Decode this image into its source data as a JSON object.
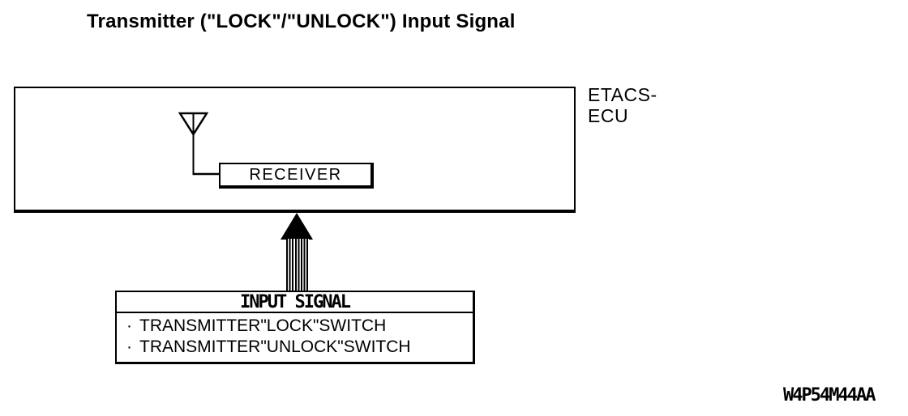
{
  "title": "Transmitter (\"LOCK\"/\"UNLOCK\") Input Signal",
  "ecu": {
    "label_line1": "ETACS-",
    "label_line2": "ECU",
    "receiver_label": "RECEIVER"
  },
  "input_signal": {
    "header": "INPUT SIGNAL",
    "bullet": "·",
    "items": [
      "TRANSMITTER\"LOCK\"SWITCH",
      "TRANSMITTER\"UNLOCK\"SWITCH"
    ]
  },
  "figure_code": "W4P54M44AA",
  "colors": {
    "line": "#000000",
    "background": "#ffffff"
  }
}
